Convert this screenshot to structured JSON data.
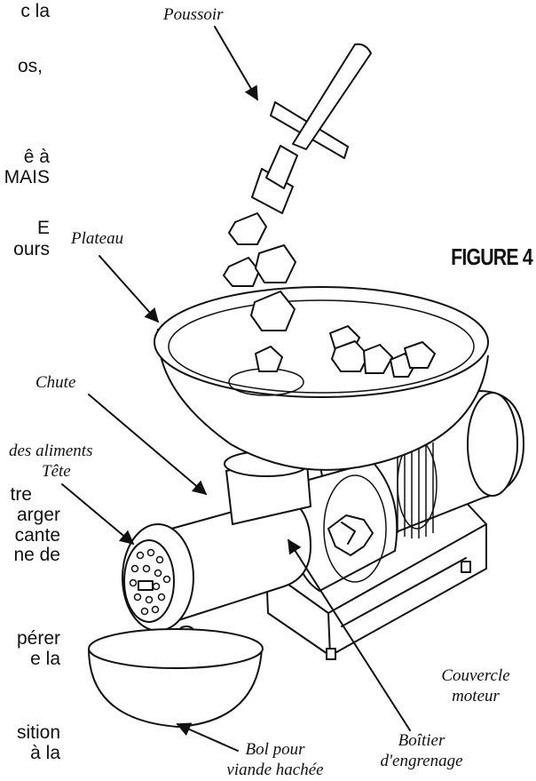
{
  "figure_label": "FIGURE 4",
  "labels": {
    "pusher": "Poussoir",
    "tray": "Plateau",
    "chute_1": "Chute",
    "chute_2": "des aliments",
    "head": "Tête",
    "motor_1": "Couvercle",
    "motor_2": "moteur",
    "bowl_1": "Bol pour",
    "bowl_2": "viande hachée",
    "gear_1": "Boîtier",
    "gear_2": "d'engrenage"
  },
  "cropped_text": {
    "t1": "c la",
    "t2": "os,",
    "t3": "ê à",
    "t4": "MAIS",
    "t5": "E",
    "t6": "ours",
    "t7": "tre",
    "t8": "arger",
    "t9": "cante",
    "t10": "ne de",
    "t11": "pérer",
    "t12": "e la",
    "t13": "sition",
    "t14": "à la"
  },
  "colors": {
    "ink": "#111111",
    "paper": "#ffffff"
  }
}
